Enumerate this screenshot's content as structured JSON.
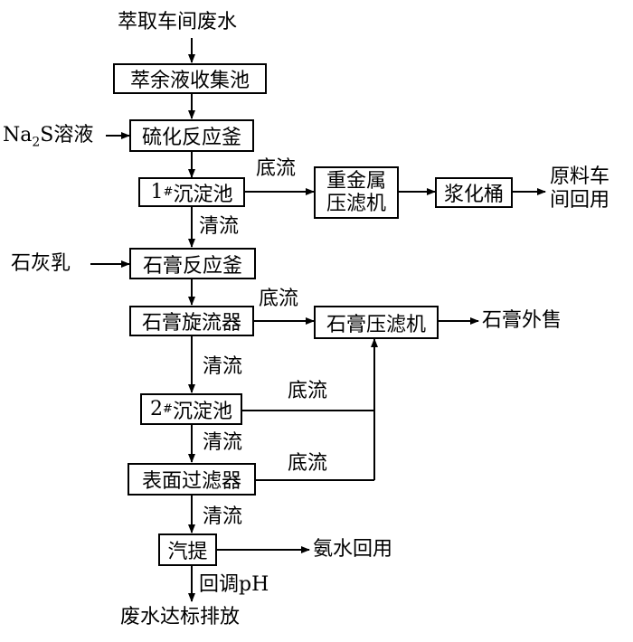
{
  "inputs": {
    "source": "萃取车间废水",
    "na2s_main": "Na",
    "na2s_sub": "2",
    "na2s_rest": "S溶液",
    "lime": "石灰乳"
  },
  "boxes": {
    "raffinate_pool": "萃余液收集池",
    "sulfide_reactor": "硫化反应釜",
    "settle1_num": "1",
    "settle1_mark": "#",
    "settle1_name": "沉淀池",
    "heavy_metal_press_l1": "重金属",
    "heavy_metal_press_l2": "压滤机",
    "slurry_tank": "浆化桶",
    "gypsum_reactor": "石膏反应釜",
    "gypsum_cyclone": "石膏旋流器",
    "gypsum_press": "石膏压滤机",
    "settle2_num": "2",
    "settle2_mark": "#",
    "settle2_name": "沉淀池",
    "surface_filter": "表面过滤器",
    "stripper": "汽提"
  },
  "outputs": {
    "raw_material_l1": "原料车",
    "raw_material_l2": "间回用",
    "gypsum_sale": "石膏外售",
    "ammonia_reuse": "氨水回用",
    "discharge": "废水达标排放"
  },
  "labels": {
    "underflow_1": "底流",
    "clear_1": "清流",
    "underflow_2": "底流",
    "clear_2": "清流",
    "underflow_3": "底流",
    "clear_3": "清流",
    "underflow_4": "底流",
    "clear_4": "清流",
    "adjust_ph": "回调pH"
  }
}
